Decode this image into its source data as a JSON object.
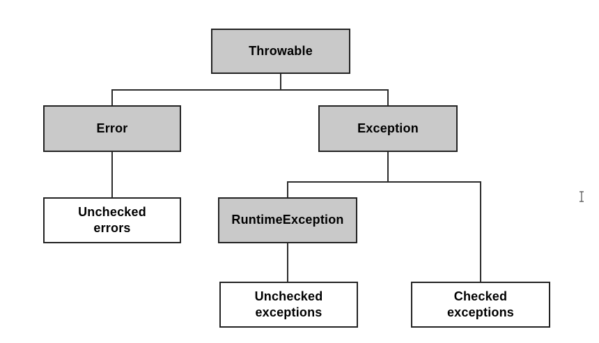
{
  "diagram": {
    "nodes": [
      {
        "id": "throwable",
        "label": "Throwable",
        "fill": "gray"
      },
      {
        "id": "error",
        "label": "Error",
        "fill": "gray"
      },
      {
        "id": "exception",
        "label": "Exception",
        "fill": "gray"
      },
      {
        "id": "unchecked-errors",
        "label": "Unchecked\nerrors",
        "fill": "white"
      },
      {
        "id": "runtime-exception",
        "label": "RuntimeException",
        "fill": "gray"
      },
      {
        "id": "unchecked-exceptions",
        "label": "Unchecked\nexceptions",
        "fill": "white"
      },
      {
        "id": "checked-exceptions",
        "label": "Checked\nexceptions",
        "fill": "white"
      }
    ],
    "edges": [
      {
        "from": "Throwable",
        "to": "Error"
      },
      {
        "from": "Throwable",
        "to": "Exception"
      },
      {
        "from": "Error",
        "to": "Unchecked errors"
      },
      {
        "from": "Exception",
        "to": "RuntimeException"
      },
      {
        "from": "Exception",
        "to": "Checked exceptions"
      },
      {
        "from": "RuntimeException",
        "to": "Unchecked exceptions"
      }
    ],
    "colors": {
      "node_fill_gray": "#c9c9c9",
      "node_fill_white": "#ffffff",
      "node_border": "#222222",
      "connector": "#2b2b2b",
      "background": "#ffffff",
      "text": "#000000"
    },
    "cursor": {
      "type": "text-ibeam"
    }
  }
}
